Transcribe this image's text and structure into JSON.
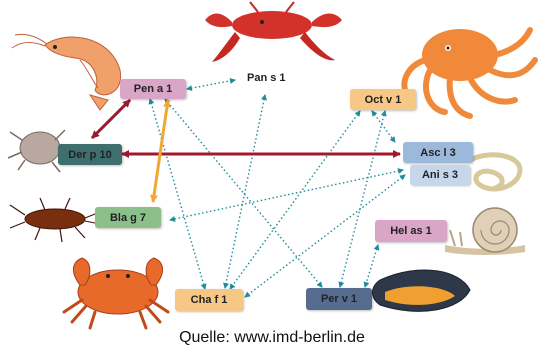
{
  "colors": {
    "pink": "#D9A6C8",
    "teal_dark": "#3E6E6E",
    "orange": "#F6C785",
    "blue": "#9CB8DA",
    "blue_light": "#C7D7EB",
    "green": "#8BC08B",
    "slate": "#566C8E",
    "arrow_red": "#A01830",
    "arrow_orange": "#F0A830",
    "arrow_teal": "#1E8C9C"
  },
  "labels": {
    "pen": "Pen a 1",
    "pan": "Pan s 1",
    "oct": "Oct v 1",
    "der": "Der p 10",
    "asc": "Asc l 3",
    "ani": "Ani s 3",
    "bla": "Bla g 7",
    "hel": "Hel as 1",
    "cha": "Cha f 1",
    "per": "Per v 1"
  },
  "animals": {
    "shrimp": "shrimp-icon",
    "lobster": "lobster-icon",
    "octopus": "octopus-icon",
    "mite": "dust-mite-icon",
    "worm": "nematode-icon",
    "cockroach": "cockroach-icon",
    "snail": "snail-icon",
    "crab": "crab-icon",
    "mussel": "mussel-icon"
  },
  "caption": "Quelle: www.imd-berlin.de"
}
